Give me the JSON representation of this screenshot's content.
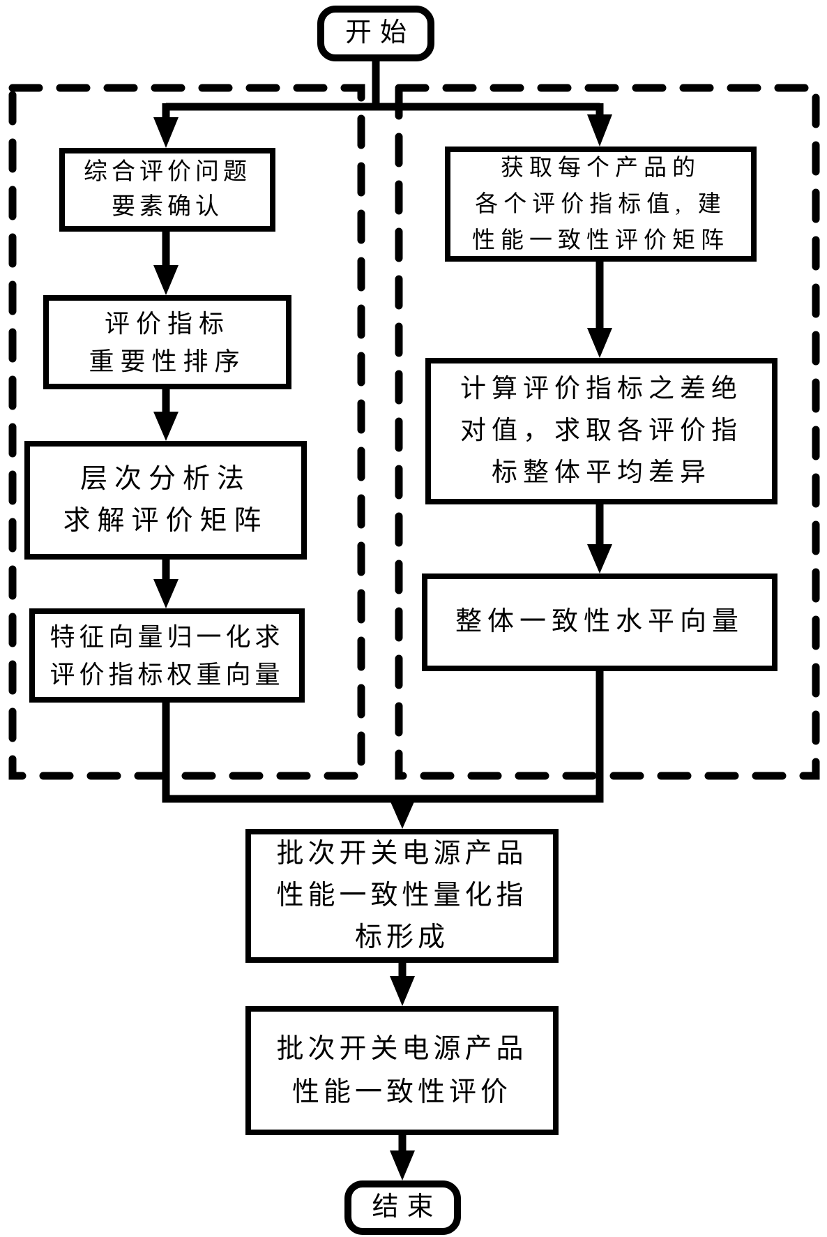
{
  "flowchart": {
    "colors": {
      "line": "#000000",
      "background": "#ffffff"
    },
    "start": {
      "label": "开始",
      "type": "terminal"
    },
    "left_column": {
      "steps": [
        {
          "label": "综合评价问题\n要素确认"
        },
        {
          "label": "评价指标\n重要性排序"
        },
        {
          "label": "层次分析法\n求解评价矩阵"
        },
        {
          "label": "特征向量归一化求\n评价指标权重向量"
        }
      ]
    },
    "right_column": {
      "steps": [
        {
          "label": "获取每个产品的\n各个评价指标值, 建\n性能一致性评价矩阵"
        },
        {
          "label": "计算评价指标之差绝\n对值，求取各评价指\n标整体平均差异"
        },
        {
          "label": "整体一致性水平向量"
        }
      ]
    },
    "merged_flow": {
      "steps": [
        {
          "label": "批次开关电源产品\n性能一致性量化指\n标形成"
        },
        {
          "label": "批次开关电源产品\n性能一致性评价"
        }
      ]
    },
    "end": {
      "label": "结束",
      "type": "terminal"
    }
  }
}
